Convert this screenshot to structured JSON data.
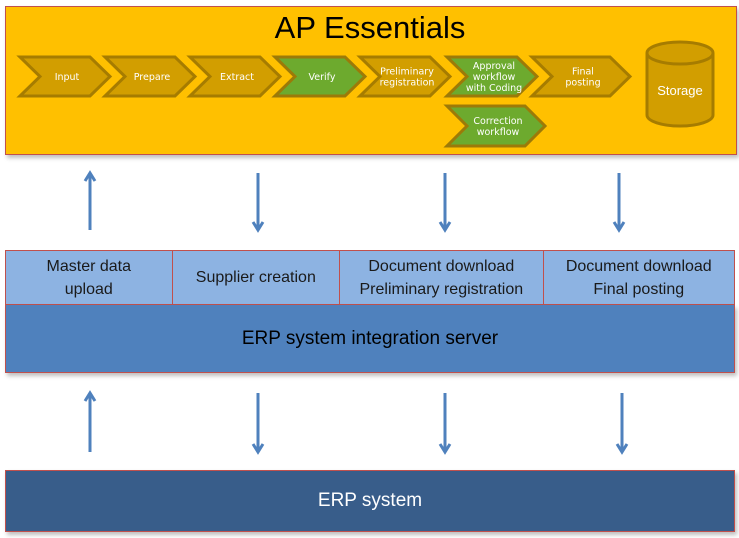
{
  "title": "AP Essentials",
  "colors": {
    "ap_background": "#FFC000",
    "border": "#C0504D",
    "chevron_gold": "#D29E00",
    "chevron_gold_edge": "#A67C00",
    "chevron_green": "#6DAA2E",
    "chevron_green_edge": "#9C7A08",
    "arrow": "#4F81BD",
    "module_fill": "#8DB3E2",
    "integration_fill": "#4F81BD",
    "erp_fill": "#385D8A"
  },
  "process_steps": [
    {
      "label": [
        "Input"
      ],
      "state": "gold"
    },
    {
      "label": [
        "Prepare"
      ],
      "state": "gold"
    },
    {
      "label": [
        "Extract"
      ],
      "state": "gold"
    },
    {
      "label": [
        "Verify"
      ],
      "state": "green"
    },
    {
      "label": [
        "Preliminary",
        "registration"
      ],
      "state": "gold"
    },
    {
      "label": [
        "Approval",
        "workflow",
        "with Coding"
      ],
      "state": "green"
    },
    {
      "label": [
        "Final",
        "posting"
      ],
      "state": "gold"
    }
  ],
  "branch_step": {
    "label": [
      "Correction",
      "workflow"
    ],
    "state": "green"
  },
  "storage": {
    "label": "Storage"
  },
  "upper_arrows": [
    "up",
    "down",
    "down",
    "down"
  ],
  "lower_arrows": [
    "up",
    "down",
    "down",
    "down"
  ],
  "modules": [
    {
      "label": "Master data\nupload"
    },
    {
      "label": "Supplier creation"
    },
    {
      "label": "Document download\nPreliminary registration"
    },
    {
      "label": "Document download\nFinal posting"
    }
  ],
  "integration_server": {
    "label": "ERP system integration server"
  },
  "erp_system": {
    "label": "ERP system"
  }
}
